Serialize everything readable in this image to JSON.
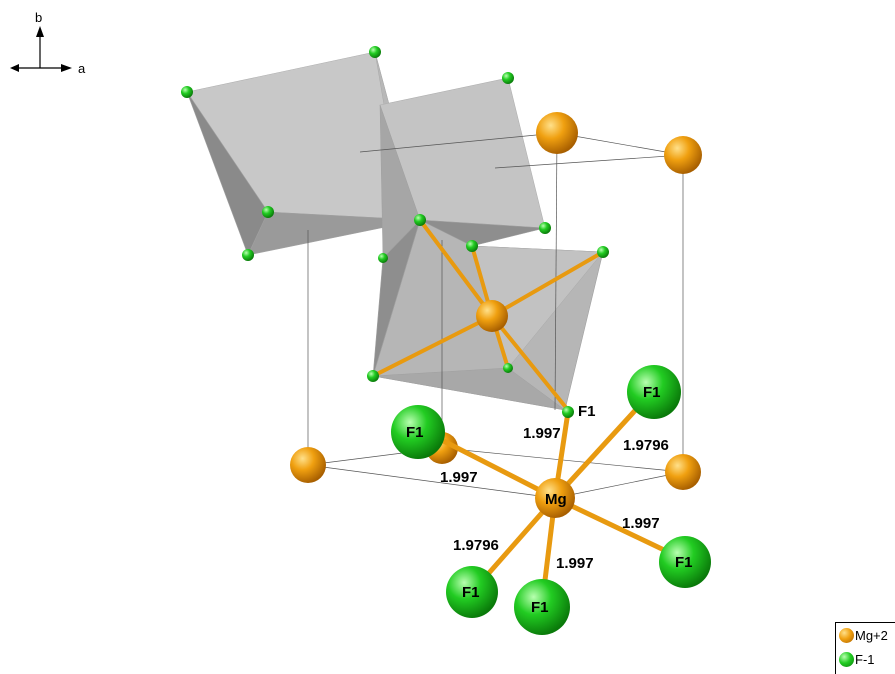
{
  "axes": {
    "b_label": "b",
    "a_label": "a"
  },
  "atom_colors": {
    "Mg": "#f0a010",
    "F": "#22cc22"
  },
  "center_atom": {
    "label": "Mg"
  },
  "ligand_labels": {
    "f_upper_left": "F1",
    "f_upper_right": "F1",
    "f_top": "F1",
    "f_right": "F1",
    "f_lower_left": "F1",
    "f_bottom": "F1"
  },
  "bond_lengths": {
    "top": "1.997",
    "upper_right": "1.9796",
    "upper_left": "1.997",
    "right": "1.997",
    "lower_left": "1.9796",
    "bottom": "1.997"
  },
  "legend": [
    {
      "label": "Mg+2",
      "color": "#f0a010"
    },
    {
      "label": "F-1",
      "color": "#22cc22"
    }
  ]
}
